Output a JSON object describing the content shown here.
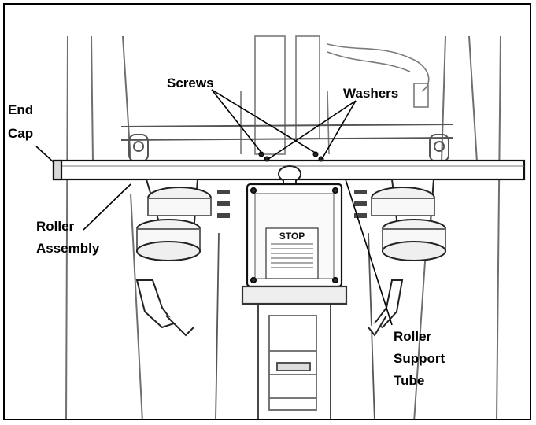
{
  "labels": {
    "end_cap": [
      "End",
      "Cap"
    ],
    "screws": "Screws",
    "washers": "Washers",
    "roller_assembly": [
      "Roller",
      "Assembly"
    ],
    "roller_support_tube": [
      "Roller",
      "Support",
      "Tube"
    ]
  },
  "sign": {
    "stop": "STOP"
  },
  "colors": {
    "line": "#000000",
    "background": "#ffffff",
    "sketch_gray": "#8a8a8a"
  }
}
